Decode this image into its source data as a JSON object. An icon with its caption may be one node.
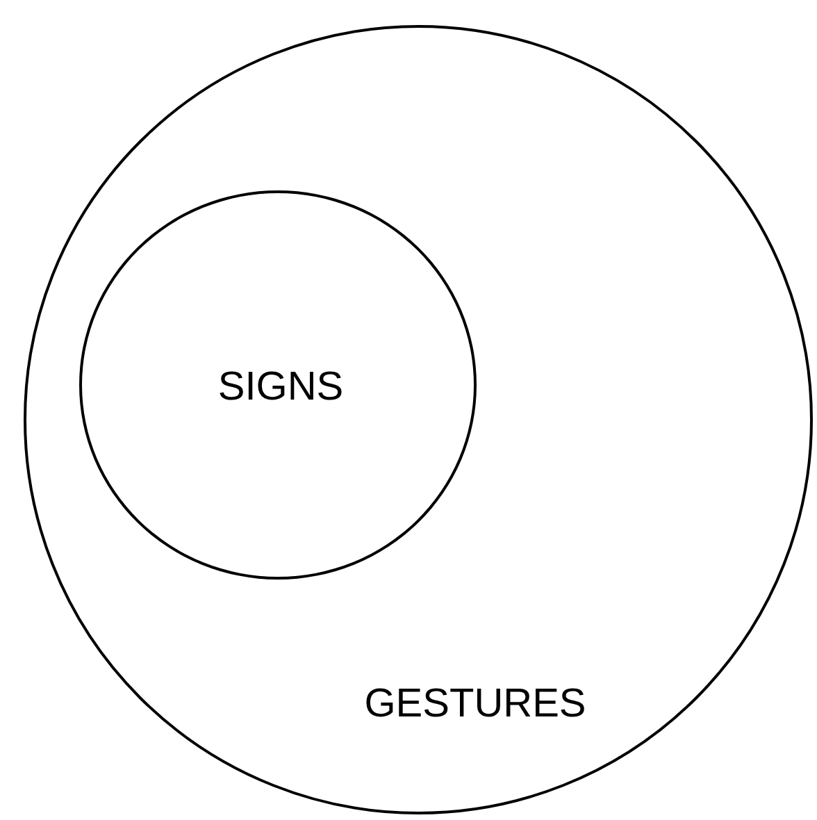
{
  "diagram": {
    "nodes": [
      {
        "text": [
          "GESTURES"
        ]
      },
      {
        "text": [
          "SIGNS"
        ],
        "in": 0
      }
    ]
  }
}
